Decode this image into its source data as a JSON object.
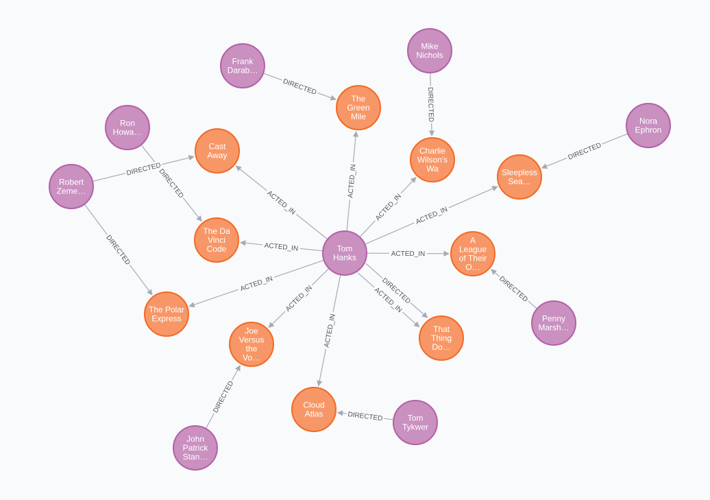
{
  "colors": {
    "person_fill": "#c990c0",
    "person_stroke": "#b261a5",
    "movie_fill": "#f79767",
    "movie_stroke": "#f36924",
    "edge": "#a5abb6",
    "edge_label": "#545454",
    "background": "#f8fafc"
  },
  "nodes": [
    {
      "id": "tom",
      "type": "person",
      "lines": [
        "Tom",
        "Hanks"
      ]
    },
    {
      "id": "frank",
      "type": "person",
      "lines": [
        "Frank",
        "Darab…"
      ]
    },
    {
      "id": "mike",
      "type": "person",
      "lines": [
        "Mike",
        "Nichols"
      ]
    },
    {
      "id": "nora",
      "type": "person",
      "lines": [
        "Nora",
        "Ephron"
      ]
    },
    {
      "id": "ron",
      "type": "person",
      "lines": [
        "Ron",
        "Howa…"
      ]
    },
    {
      "id": "robert",
      "type": "person",
      "lines": [
        "Robert",
        "Zeme…"
      ]
    },
    {
      "id": "penny",
      "type": "person",
      "lines": [
        "Penny",
        "Marsh…"
      ]
    },
    {
      "id": "johnp",
      "type": "person",
      "lines": [
        "John",
        "Patrick",
        "Stan…"
      ]
    },
    {
      "id": "tomt",
      "type": "person",
      "lines": [
        "Tom",
        "Tykwer"
      ]
    },
    {
      "id": "greenmile",
      "type": "movie",
      "lines": [
        "The",
        "Green",
        "Mile"
      ]
    },
    {
      "id": "charlie",
      "type": "movie",
      "lines": [
        "Charlie",
        "Wilson's",
        "Wa"
      ]
    },
    {
      "id": "sleepless",
      "type": "movie",
      "lines": [
        "Sleepless",
        "Sea…"
      ]
    },
    {
      "id": "castaway",
      "type": "movie",
      "lines": [
        "Cast",
        "Away"
      ]
    },
    {
      "id": "davinci",
      "type": "movie",
      "lines": [
        "The Da",
        "Vinci",
        "Code"
      ]
    },
    {
      "id": "league",
      "type": "movie",
      "lines": [
        "A",
        "League",
        "of Their",
        "O…"
      ]
    },
    {
      "id": "polar",
      "type": "movie",
      "lines": [
        "The Polar",
        "Express"
      ]
    },
    {
      "id": "joe",
      "type": "movie",
      "lines": [
        "Joe",
        "Versus",
        "the",
        "Vo…"
      ]
    },
    {
      "id": "thatthing",
      "type": "movie",
      "lines": [
        "That",
        "Thing",
        "Do…"
      ]
    },
    {
      "id": "cloud",
      "type": "movie",
      "lines": [
        "Cloud",
        "Atlas"
      ]
    }
  ],
  "edges": [
    {
      "from": "tom",
      "to": "greenmile",
      "label": "ACTED_IN"
    },
    {
      "from": "tom",
      "to": "charlie",
      "label": "ACTED_IN"
    },
    {
      "from": "tom",
      "to": "sleepless",
      "label": "ACTED_IN"
    },
    {
      "from": "tom",
      "to": "castaway",
      "label": "ACTED_IN"
    },
    {
      "from": "tom",
      "to": "davinci",
      "label": "ACTED_IN"
    },
    {
      "from": "tom",
      "to": "league",
      "label": "ACTED_IN"
    },
    {
      "from": "tom",
      "to": "polar",
      "label": "ACTED_IN"
    },
    {
      "from": "tom",
      "to": "joe",
      "label": "ACTED_IN"
    },
    {
      "from": "tom",
      "to": "thatthing",
      "label": "ACTED_IN"
    },
    {
      "from": "tom",
      "to": "thatthing",
      "label": "DIRECTED"
    },
    {
      "from": "tom",
      "to": "cloud",
      "label": "ACTED_IN"
    },
    {
      "from": "frank",
      "to": "greenmile",
      "label": "DIRECTED"
    },
    {
      "from": "mike",
      "to": "charlie",
      "label": "DIRECTED"
    },
    {
      "from": "nora",
      "to": "sleepless",
      "label": "DIRECTED"
    },
    {
      "from": "ron",
      "to": "davinci",
      "label": "DIRECTED"
    },
    {
      "from": "robert",
      "to": "castaway",
      "label": "DIRECTED"
    },
    {
      "from": "robert",
      "to": "polar",
      "label": "DIRECTED"
    },
    {
      "from": "penny",
      "to": "league",
      "label": "DIRECTED"
    },
    {
      "from": "johnp",
      "to": "joe",
      "label": "DIRECTED"
    },
    {
      "from": "tomt",
      "to": "cloud",
      "label": "DIRECTED"
    }
  ]
}
